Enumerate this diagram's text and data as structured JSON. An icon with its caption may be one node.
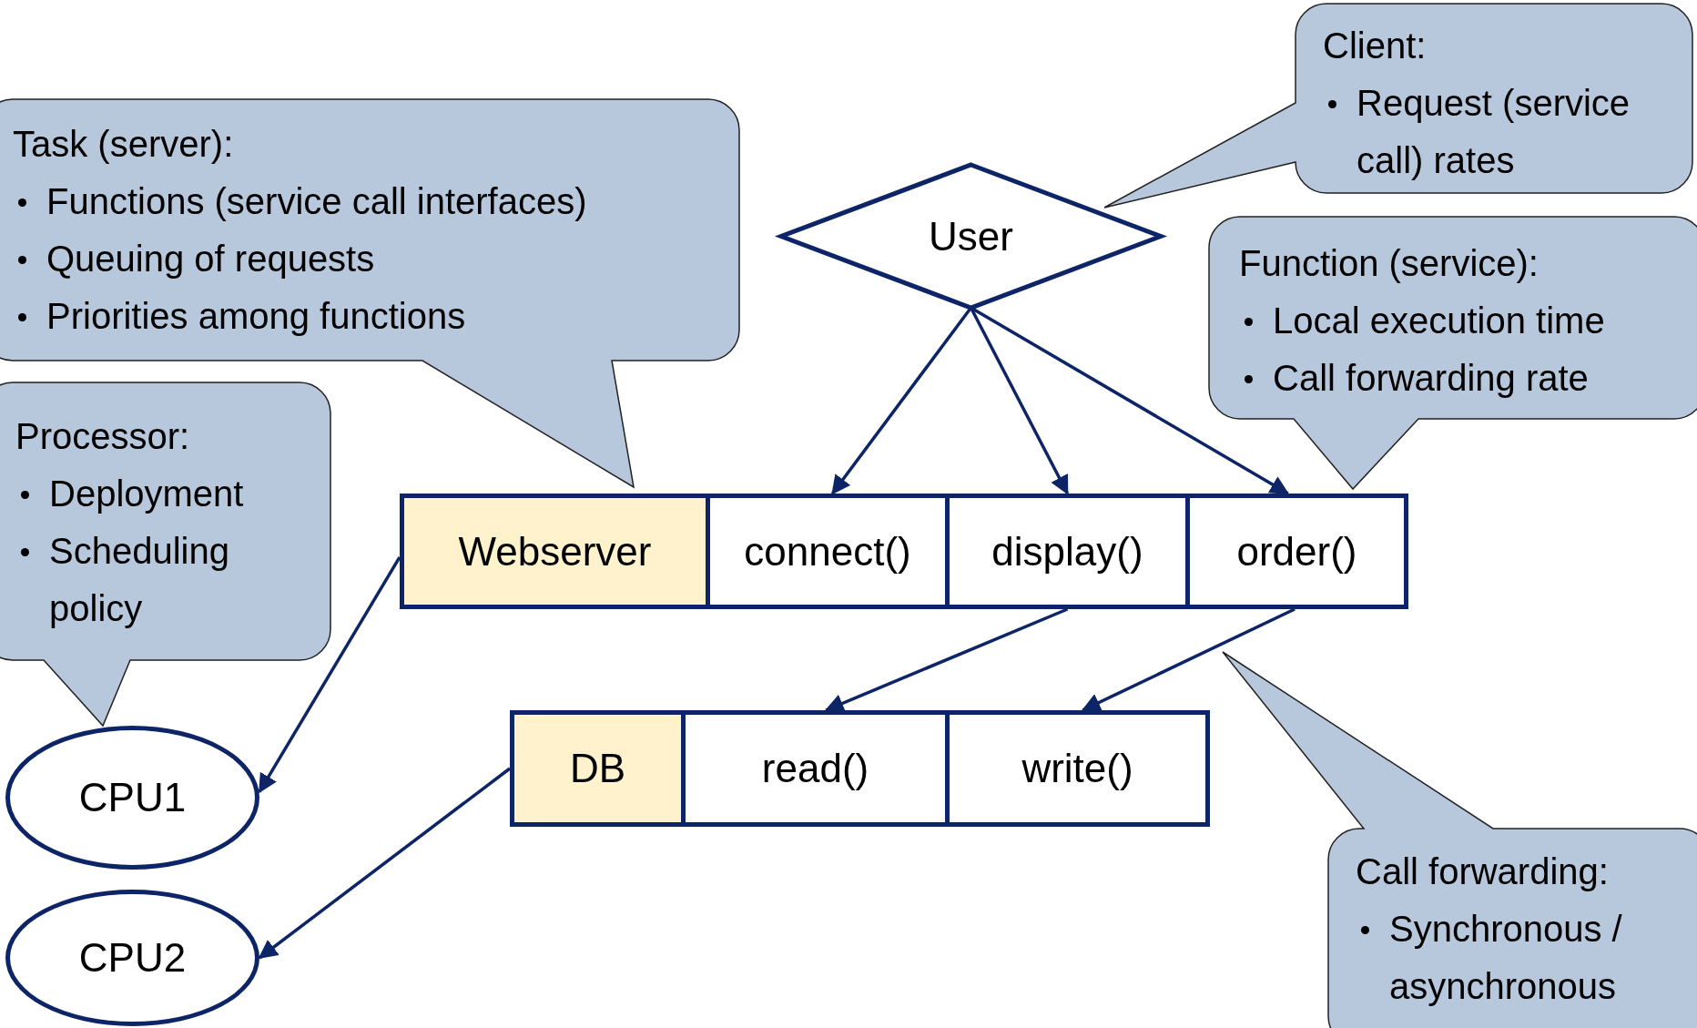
{
  "diagram": {
    "nodes": [
      {
        "text": [
          "Client:",
          "Request (service call) rates"
        ]
      },
      {
        "text": [
          "Task (server):",
          "Functions (service call interfaces)",
          "Queuing of requests",
          "Priorities among functions"
        ]
      },
      {
        "text": [
          "User"
        ]
      },
      {
        "text": [
          "Function (service):",
          "Local execution time",
          "Call forwarding rate"
        ]
      },
      {
        "text": [
          "Processor:",
          "Deployment",
          "Scheduling policy"
        ]
      },
      {
        "text": [
          "Webserver"
        ]
      },
      {
        "text": [
          "connect()"
        ]
      },
      {
        "text": [
          "display()"
        ]
      },
      {
        "text": [
          "order()"
        ]
      },
      {
        "text": [
          "CPU1"
        ]
      },
      {
        "text": [
          "DB"
        ]
      },
      {
        "text": [
          "read()"
        ]
      },
      {
        "text": [
          "write()"
        ]
      },
      {
        "text": [
          "Call forwarding:",
          "Synchronous / asynchronous"
        ]
      },
      {
        "text": [
          "CPU2"
        ]
      }
    ],
    "edges": [
      {
        "from": 2,
        "to": 6,
        "arrow": "to"
      },
      {
        "from": 2,
        "to": 7,
        "arrow": "to"
      },
      {
        "from": 2,
        "to": 8,
        "arrow": "to"
      },
      {
        "from": 5,
        "to": 9,
        "arrow": "to"
      },
      {
        "from": 7,
        "to": 11,
        "arrow": "to"
      },
      {
        "from": 8,
        "to": 12,
        "arrow": "to"
      },
      {
        "from": 10,
        "to": 14,
        "arrow": "to"
      }
    ]
  }
}
